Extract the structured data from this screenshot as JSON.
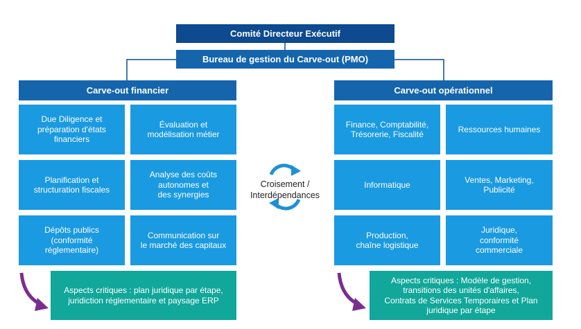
{
  "header": {
    "top": "Comité Directeur Exécutif",
    "pmo": "Bureau de gestion du Carve-out (PMO)"
  },
  "left": {
    "title": "Carve-out financier",
    "cells": [
      "Due Diligence et\npréparation d'états\nfinanciers",
      "Évaluation et\nmodélisation métier",
      "Planification et\nstructuration fiscales",
      "Analyse des coûts\nautonomes et\ndes synergies",
      "Dépôts publics\n(conformité\nréglementaire)",
      "Communication sur\nle marché des capitaux"
    ],
    "critical": "Aspects critiques : plan juridique par étape,\njuridiction réglementaire et paysage ERP"
  },
  "right": {
    "title": "Carve-out opérationnel",
    "cells": [
      "Finance, Comptabilité,\nTrésorerie, Fiscalité",
      "Ressources humaines",
      "Informatique",
      "Ventes, Marketing,\nPublicité",
      "Production,\nchaîne logistique",
      "Juridique,\nconformité\ncommerciale"
    ],
    "critical": "Aspects critiques : Modèle de gestion,\ntransitions des unités d'affaires,\nContrats de Services Temporaires et Plan\njuridique par étape"
  },
  "center": {
    "label": "Croisement /\nInterdépendances"
  },
  "colors": {
    "dark_blue": "#0d4a8f",
    "mid_blue": "#1565ad",
    "cell_blue": "#1a9ae0",
    "teal": "#11a79a",
    "purple_arrow": "#7b2d8e",
    "cycle_arrow": "#1e90d6"
  },
  "icons": [
    "cycle-arrows-icon",
    "curved-arrow-icon"
  ]
}
